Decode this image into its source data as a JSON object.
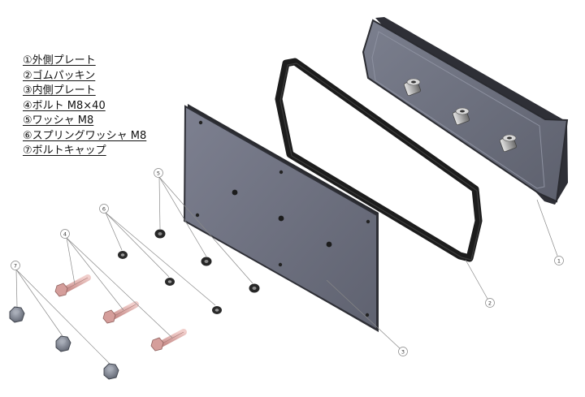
{
  "legend": [
    "①外側プレート",
    "②ゴムパッキン",
    "③内側プレート",
    "④ボルト M8×40",
    "⑤ワッシャ M8",
    "⑥スプリングワッシャ M8",
    "⑦ボルトキャップ"
  ],
  "callouts": {
    "outer_plate": "1",
    "gasket": "2",
    "inner_plate": "3",
    "bolt": "4",
    "washer": "5",
    "spring_washer": "6",
    "bolt_cap": "7"
  },
  "colors": {
    "plate_fill": "#6e7180",
    "plate_edge": "#2e2f36",
    "gasket": "#1c1c1c",
    "bolt": "#e2b1ae",
    "cap": "#858b98",
    "washer": "#262626"
  }
}
